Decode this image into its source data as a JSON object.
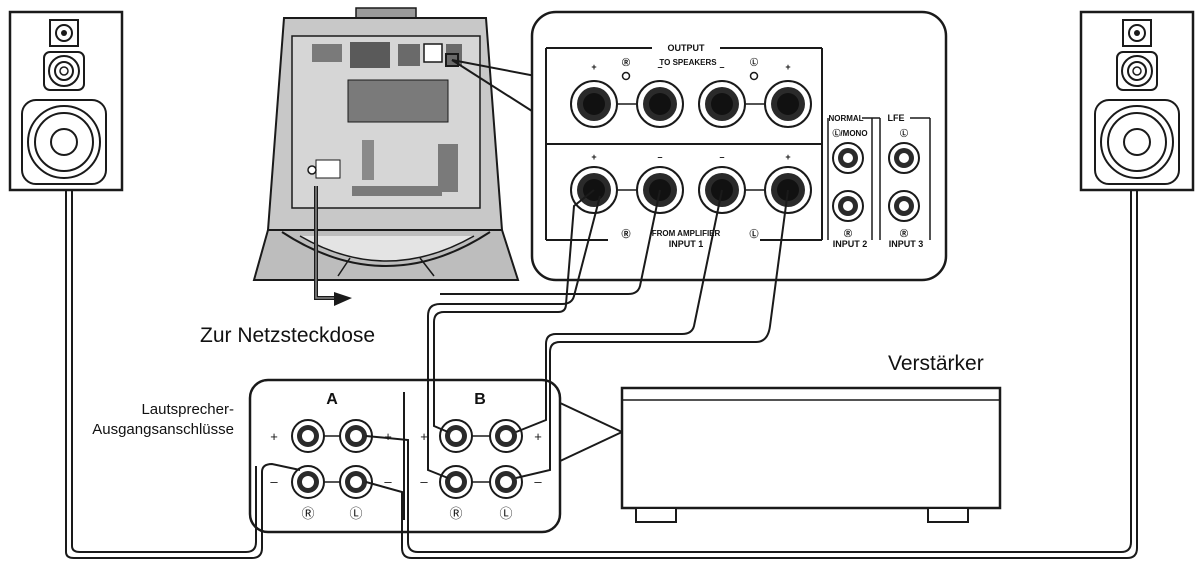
{
  "labels": {
    "mains_outlet": "Zur Netzsteckdose",
    "amplifier": "Verstärker",
    "speaker_outputs_line1": "Lautsprecher-",
    "speaker_outputs_line2": "Ausgangsanschlüsse"
  },
  "subwoofer_panel": {
    "output": "OUTPUT",
    "to_speakers": "TO SPEAKERS",
    "from_amplifier": "FROM AMPLIFIER",
    "input1": "INPUT 1",
    "normal": "NORMAL",
    "lfe": "LFE",
    "l_mono": "Ⓛ/MONO",
    "l_mark": "Ⓛ",
    "r_mark": "Ⓡ",
    "input2": "INPUT 2",
    "input3": "INPUT 3",
    "plus": "+",
    "minus": "–"
  },
  "amp_terminals": {
    "group_a": "A",
    "group_b": "B",
    "r_mark": "Ⓡ",
    "l_mark": "Ⓛ",
    "plus": "+",
    "minus": "–"
  },
  "colors": {
    "line": "#1a1a1a",
    "panel_fill": "#c8c8c8",
    "panel_dark": "#7a7a7a",
    "terminal_dark": "#2a2a2a"
  }
}
